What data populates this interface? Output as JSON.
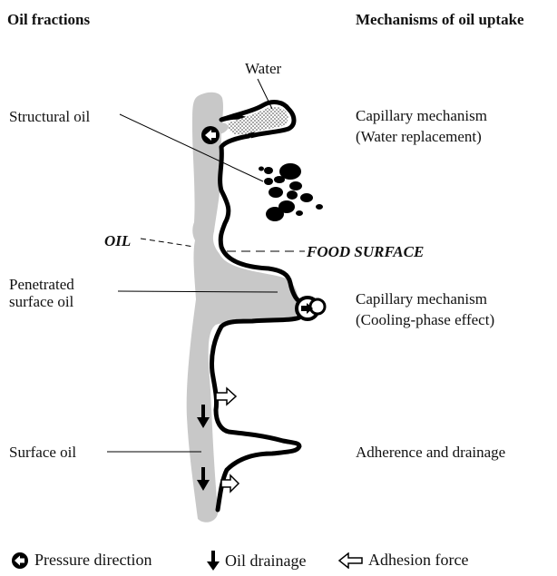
{
  "headers": {
    "left": "Oil fractions",
    "right": "Mechanisms of oil uptake"
  },
  "labels": {
    "water": "Water",
    "structural_oil": "Structural oil",
    "oil": "OIL",
    "food_surface": "FOOD SURFACE",
    "penetrated_line1": "Penetrated",
    "penetrated_line2": "surface oil",
    "surface_oil": "Surface oil"
  },
  "mechanisms": {
    "capillary1_line1": "Capillary mechanism",
    "capillary1_line2": "(Water replacement)",
    "capillary2_line1": "Capillary mechanism",
    "capillary2_line2": "(Cooling-phase effect)",
    "adherence": "Adherence and drainage"
  },
  "legend": [
    {
      "icon": "pressure-direction-icon",
      "label": "Pressure direction"
    },
    {
      "icon": "oil-drainage-icon",
      "label": "Oil drainage"
    },
    {
      "icon": "adhesion-force-icon",
      "label": "Adhesion force"
    }
  ],
  "colors": {
    "oil_layer": "#c8c8c8",
    "food_outline": "#000000",
    "water_dots": "#555555"
  }
}
